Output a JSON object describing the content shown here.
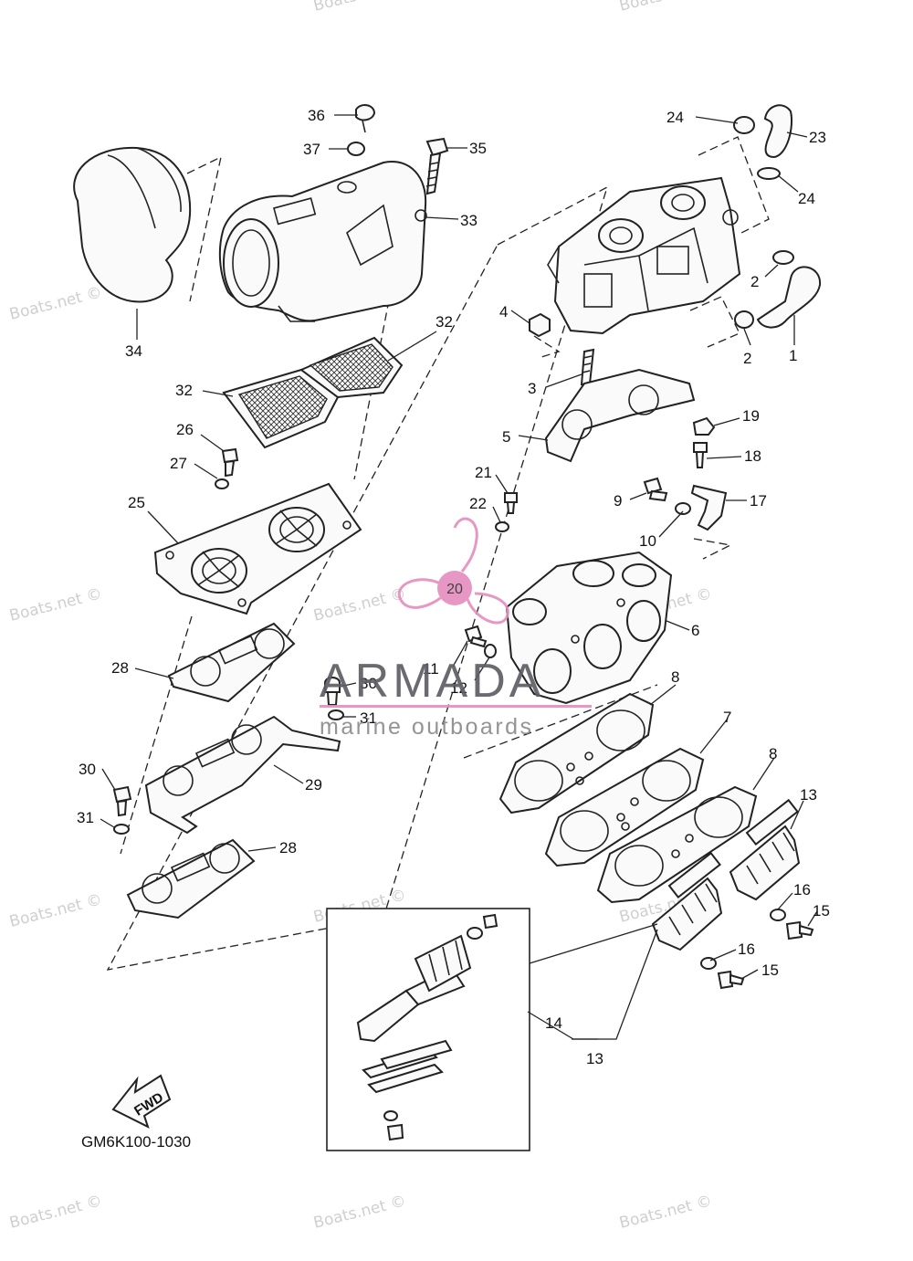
{
  "diagram": {
    "code": "GM6K100-1030",
    "fwd_label": "FWD",
    "brand": {
      "name": "ARMADA",
      "tagline": "marine outboards",
      "logo_label": "20",
      "accent_color": "#e58fc0"
    },
    "watermark": "Boats.net ©",
    "callouts": {
      "c1": "1",
      "c2a": "2",
      "c2b": "2",
      "c3": "3",
      "c4": "4",
      "c5": "5",
      "c6": "6",
      "c7": "7",
      "c8a": "8",
      "c8b": "8",
      "c9": "9",
      "c10": "10",
      "c11": "11",
      "c12": "12",
      "c13a": "13",
      "c13b": "13",
      "c14": "14",
      "c15a": "15",
      "c15b": "15",
      "c16a": "16",
      "c16b": "16",
      "c17": "17",
      "c18": "18",
      "c19": "19",
      "c21": "21",
      "c22": "22",
      "c23": "23",
      "c24a": "24",
      "c24b": "24",
      "c25": "25",
      "c26": "26",
      "c27": "27",
      "c28a": "28",
      "c28b": "28",
      "c29": "29",
      "c30a": "30",
      "c30b": "30",
      "c31a": "31",
      "c31b": "31",
      "c32a": "32",
      "c32b": "32",
      "c33": "33",
      "c34": "34",
      "c35": "35",
      "c36": "36",
      "c37": "37"
    }
  }
}
